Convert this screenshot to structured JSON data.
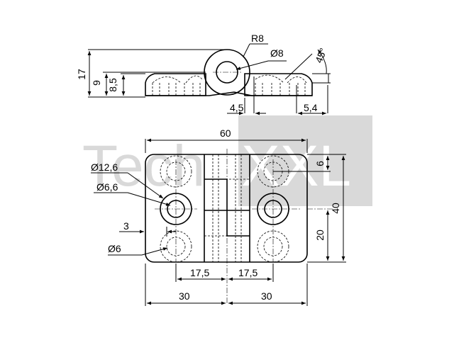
{
  "watermark": {
    "text_left": "Tech",
    "text_right": "XXL",
    "color": "#d9d9d9"
  },
  "side_view": {
    "radius_label": "R8",
    "bore_label": "Ø8",
    "angle_label": "45°",
    "height_total": "17",
    "height_9": "9",
    "height_8_5": "8,5",
    "offset_4_5": "4,5",
    "offset_5_4": "5,4"
  },
  "top_view": {
    "width_total": "60",
    "height_total": "40",
    "edge_6": "6",
    "center_20": "20",
    "dia_12_6": "Ø12,6",
    "dia_6_6": "Ø6,6",
    "dia_6": "Ø6",
    "offset_3": "3",
    "pitch_left": "17,5",
    "pitch_right": "17,5",
    "half_left": "30",
    "half_right": "30"
  }
}
